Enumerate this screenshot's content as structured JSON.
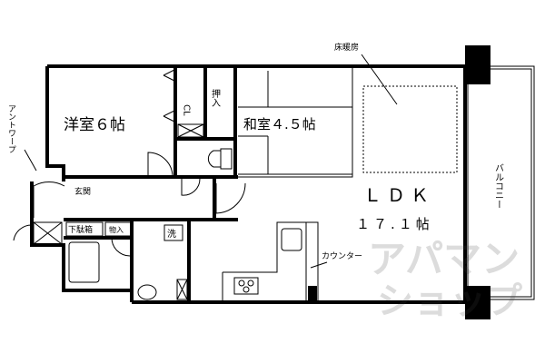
{
  "rooms": {
    "western": "洋室６帖",
    "japanese": "和室４.５帖",
    "ldk": "ＬＤＫ",
    "ldk_size": "１７.１帖",
    "closet": "CL",
    "oshiire": "押入",
    "entrance": "玄関",
    "shoe_box": "下駄箱",
    "storage": "物入",
    "washer": "洗",
    "balcony": "バルコニー"
  },
  "annotations": {
    "floor_heating": "床暖房",
    "counter": "カウンター",
    "antwerp": "アントワープ"
  },
  "watermark": "アパマンショップ"
}
